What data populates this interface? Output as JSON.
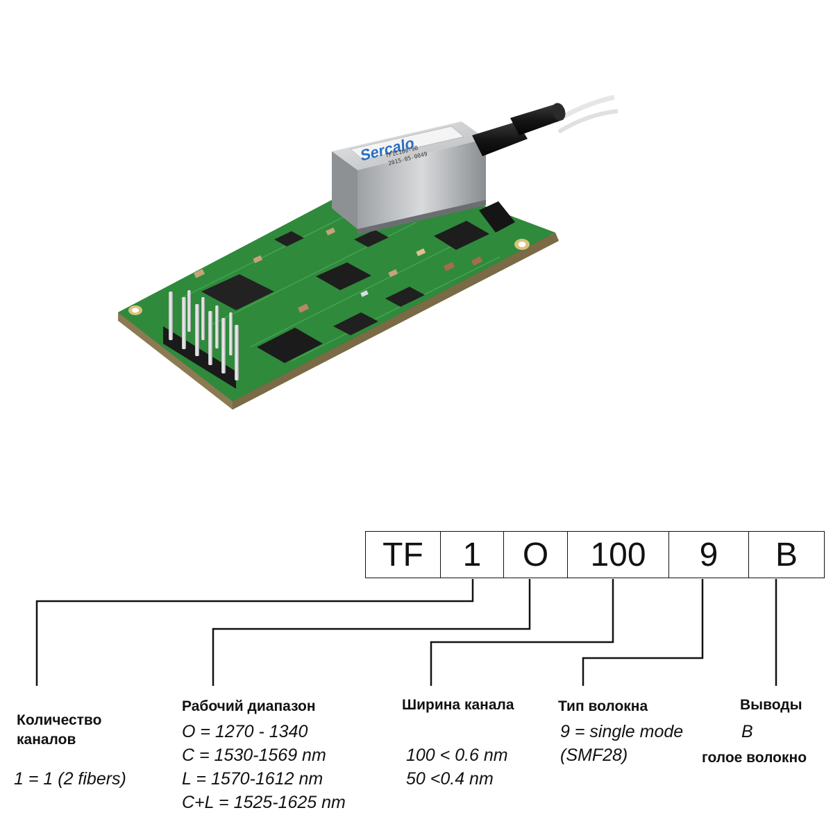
{
  "product_photo": {
    "label_brand": "Sercalo",
    "label_line1": "TF1C100-9B",
    "label_line2": "2015-05-0049"
  },
  "part_code": {
    "segments": [
      "TF",
      "1",
      "O",
      "100",
      "9",
      "B"
    ]
  },
  "legend": {
    "channels": {
      "heading_line1": "Количество",
      "heading_line2": "каналов",
      "values": [
        "1 = 1 (2 fibers)"
      ]
    },
    "band": {
      "heading": "Рабочий диапазон",
      "values": [
        "O = 1270 - 1340",
        "C = 1530-1569 nm",
        "L = 1570-1612 nm",
        "C+L = 1525-1625 nm"
      ]
    },
    "channel_width": {
      "heading": "Ширина канала",
      "values": [
        "100 < 0.6 nm",
        "50 <0.4 nm"
      ]
    },
    "fiber_type": {
      "heading": "Тип волокна",
      "values": [
        "9 = single mode",
        "(SMF28)"
      ]
    },
    "terminals": {
      "heading": "Выводы",
      "value": "B",
      "note": "голое волокно"
    }
  },
  "colors": {
    "pcb": "#2f8a3c",
    "can": "#b9bbbd",
    "label_blue": "#2a6fc4",
    "text": "#111111"
  }
}
